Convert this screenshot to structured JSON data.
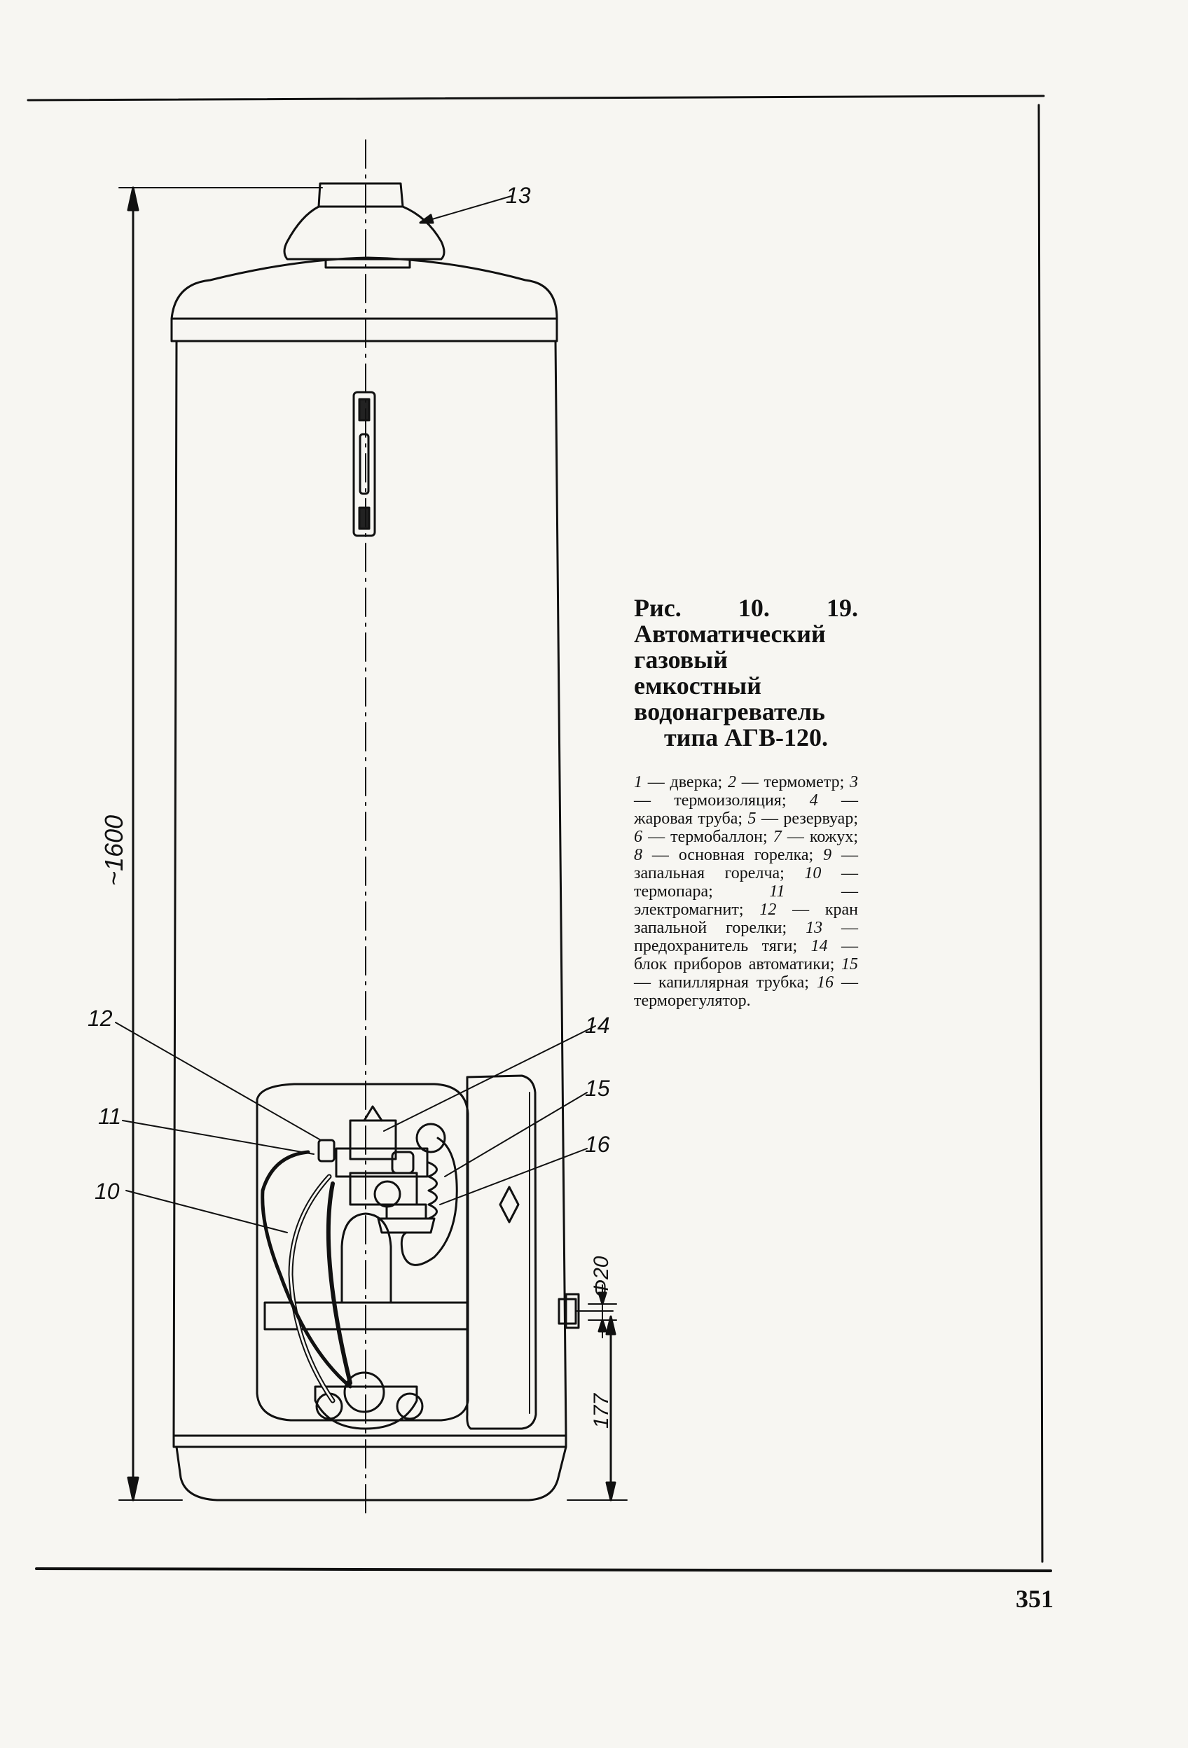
{
  "figure": {
    "title": "Рис. 10. 19. Автоматический газовый емкостный водонагреватель типа АГВ-120.",
    "legend": [
      {
        "num": "1",
        "text": "дверка"
      },
      {
        "num": "2",
        "text": "термометр"
      },
      {
        "num": "3",
        "text": "термоизоляция"
      },
      {
        "num": "4",
        "text": "жаровая труба"
      },
      {
        "num": "5",
        "text": "резервуар"
      },
      {
        "num": "6",
        "text": "термобаллон"
      },
      {
        "num": "7",
        "text": "кожух"
      },
      {
        "num": "8",
        "text": "основная горелка"
      },
      {
        "num": "9",
        "text": "запальная горелча"
      },
      {
        "num": "10",
        "text": "термопара"
      },
      {
        "num": "11",
        "text": "электромагнит"
      },
      {
        "num": "12",
        "text": "кран запальной горелки"
      },
      {
        "num": "13",
        "text": "предохранитель тяги"
      },
      {
        "num": "14",
        "text": "блок приборов автоматики"
      },
      {
        "num": "15",
        "text": "капиллярная трубка"
      },
      {
        "num": "16",
        "text": "терморегулятор"
      }
    ],
    "labels": {
      "l13": "13",
      "l12": "12",
      "l11": "11",
      "l10": "10",
      "l14": "14",
      "l15": "15",
      "l16": "16",
      "height_dim": "~1600",
      "pipe_dim": "Φ20",
      "bottom_dim": "177"
    }
  },
  "page_number": "351"
}
